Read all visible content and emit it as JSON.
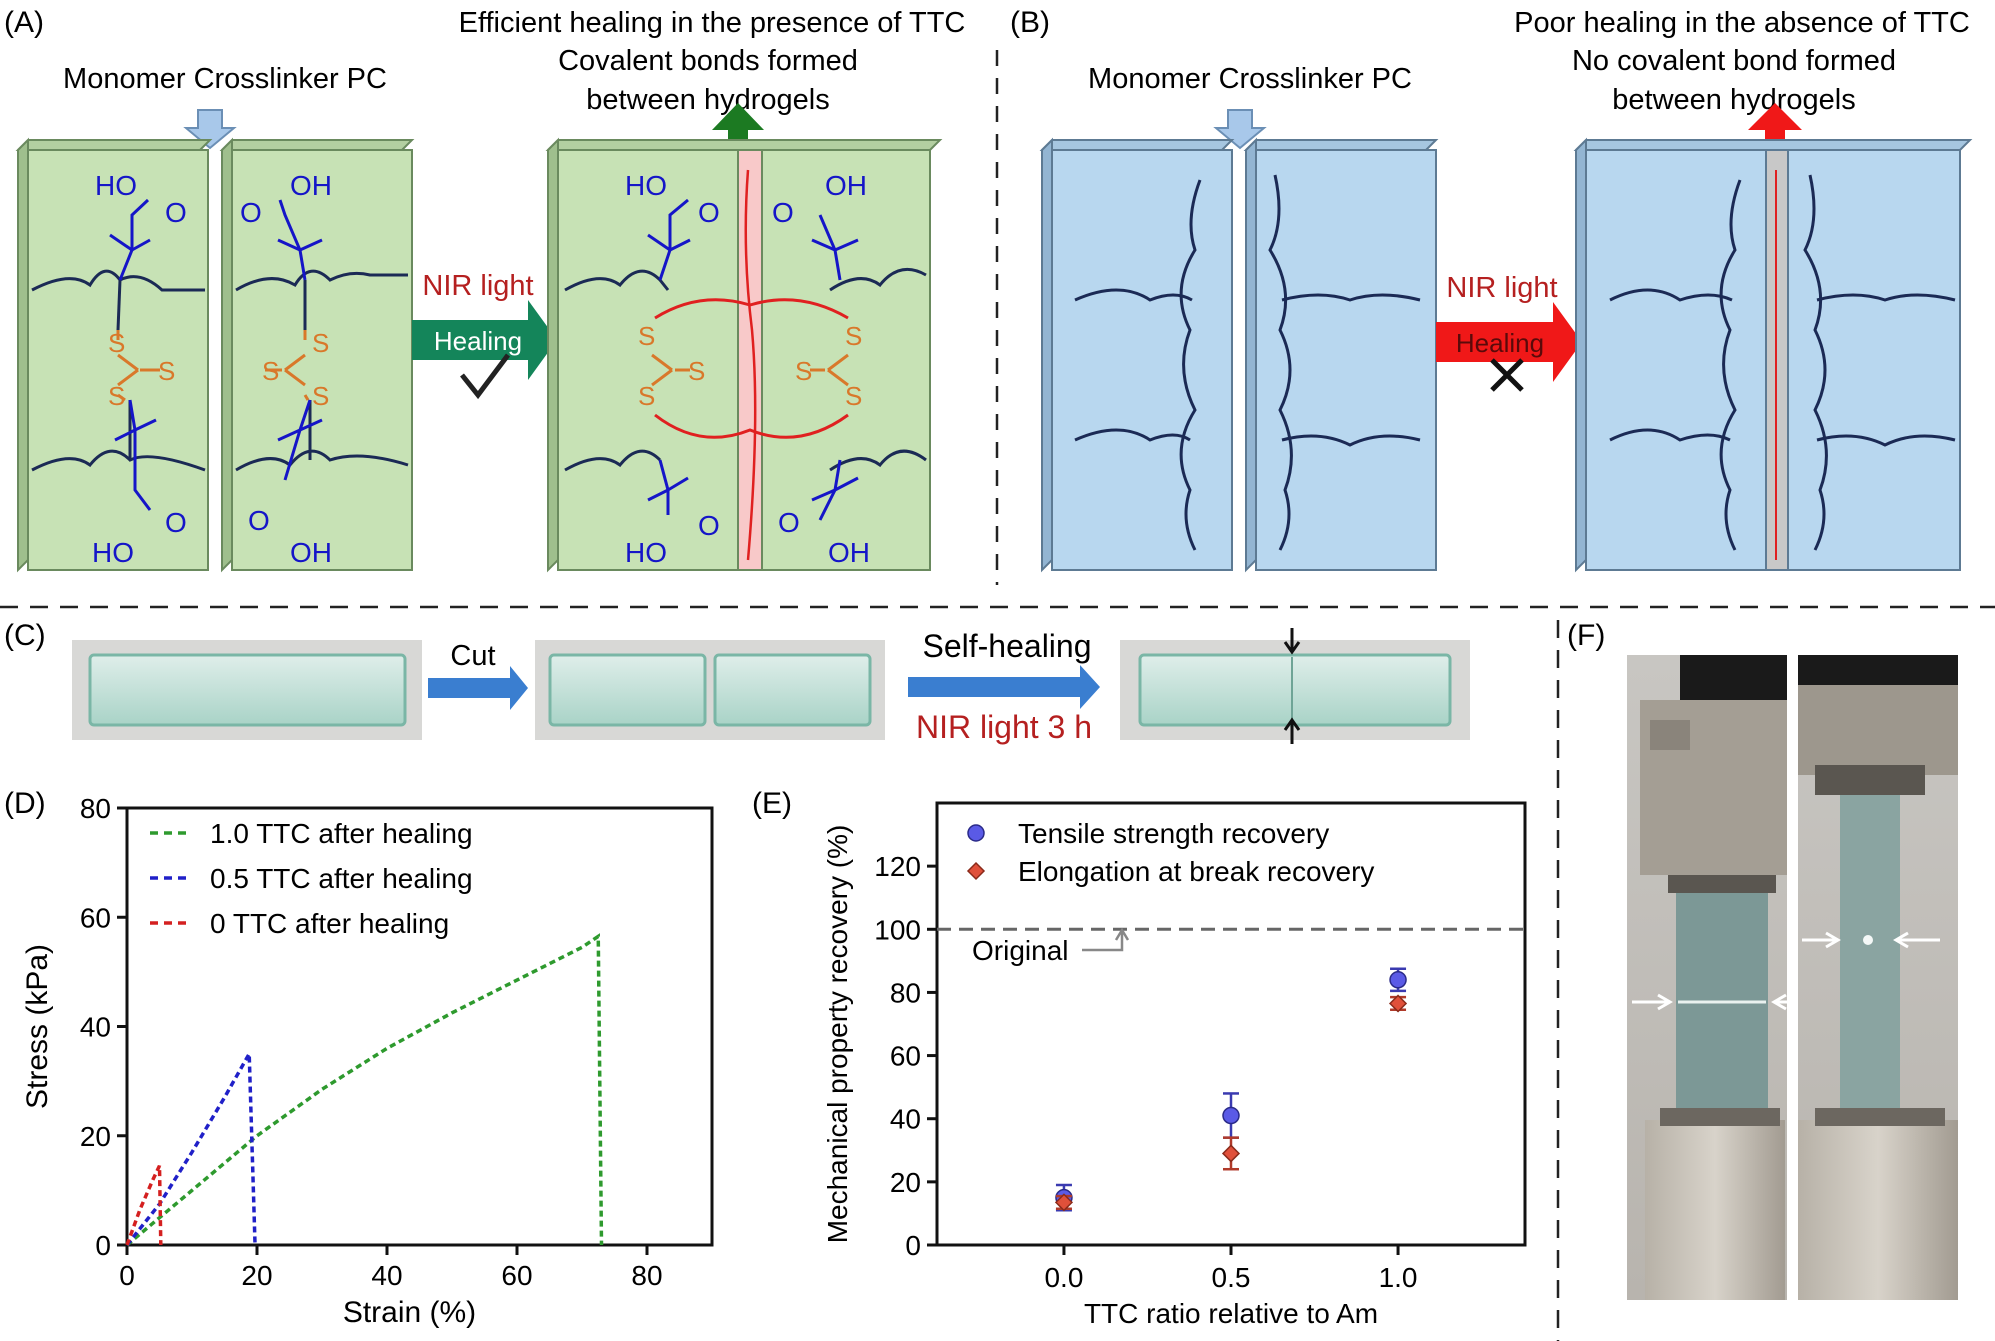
{
  "panelA": {
    "label": "(A)",
    "top_title": "Efficient healing in the presence of TTC",
    "monomer_label": "Monomer Crosslinker PC",
    "covalent_line1": "Covalent bonds formed",
    "covalent_line2": "between hydrogels",
    "nir_label": "NIR light",
    "healing_label": "Healing",
    "chem": {
      "ho": "HO",
      "oh": "OH",
      "o": "O",
      "s": "S"
    },
    "colors": {
      "gel": "#c7e2b5",
      "gel_edge": "#6a8a5e",
      "arrow": "#14855a",
      "up_arrow": "#1c7a22",
      "chem_blue": "#1515c8",
      "sulfur": "#d9782a",
      "chain": "#1b2a55",
      "bond": "#e02020",
      "interface": "#f8c9c9"
    }
  },
  "panelB": {
    "label": "(B)",
    "top_title": "Poor healing in the absence of TTC",
    "monomer_label": "Monomer Crosslinker PC",
    "no_bond_line1": "No covalent bond formed",
    "no_bond_line2": "between hydrogels",
    "nir_label": "NIR light",
    "healing_label": "Healing",
    "colors": {
      "gel": "#b8d7ef",
      "gel_edge": "#5d7a93",
      "arrow": "#f01818",
      "interface": "#c8c8c8"
    }
  },
  "panelC": {
    "label": "(C)",
    "cut_label": "Cut",
    "self_healing_label": "Self-healing",
    "nir_time_label": "NIR light 3 h"
  },
  "panelF": {
    "label": "(F)"
  },
  "chart_data": [
    {
      "id": "D",
      "label": "(D)",
      "type": "line",
      "xlabel": "Strain (%)",
      "ylabel": "Stress (kPa)",
      "xlim": [
        0,
        90
      ],
      "ylim": [
        0,
        80
      ],
      "xticks": [
        0,
        20,
        40,
        60,
        80
      ],
      "yticks": [
        0,
        20,
        40,
        60,
        80
      ],
      "grid": false,
      "legend_position": "top-left",
      "series": [
        {
          "name": "1.0 TTC after healing",
          "color": "#2e9a2e",
          "x": [
            0,
            5,
            10,
            20,
            30,
            40,
            50,
            60,
            70,
            72.5,
            73
          ],
          "y": [
            0,
            5,
            10,
            20,
            28.5,
            36,
            42.5,
            48.5,
            54.5,
            56.5,
            0
          ]
        },
        {
          "name": "0.5 TTC after healing",
          "color": "#2020c8",
          "x": [
            0,
            5,
            10,
            15,
            18.8,
            19.7
          ],
          "y": [
            0,
            7.5,
            17,
            27,
            35,
            0
          ]
        },
        {
          "name": "0 TTC after healing",
          "color": "#d42020",
          "x": [
            0,
            2,
            4,
            5,
            5.2
          ],
          "y": [
            0,
            6.5,
            12,
            14.5,
            0
          ]
        }
      ]
    },
    {
      "id": "E",
      "label": "(E)",
      "type": "scatter",
      "xlabel": "TTC ratio relative to Am",
      "ylabel": "Mechanical property recovery (%)",
      "x_tick_labels": [
        "0.0",
        "0.5",
        "1.0"
      ],
      "xlim": [
        -0.38,
        1.38
      ],
      "ylim": [
        0,
        140
      ],
      "yticks": [
        0,
        20,
        40,
        60,
        80,
        100,
        120
      ],
      "grid": false,
      "legend_position": "top-left",
      "reference_line": {
        "y": 100,
        "label": "Original"
      },
      "series": [
        {
          "name": "Tensile strength recovery",
          "marker": "circle",
          "color": "#5a5ae6",
          "x": [
            0.0,
            0.5,
            1.0
          ],
          "y": [
            15,
            41,
            84
          ],
          "error": [
            4,
            7,
            3.5
          ]
        },
        {
          "name": "Elongation at break recovery",
          "marker": "diamond",
          "color": "#e0503a",
          "x": [
            0.0,
            0.5,
            1.0
          ],
          "y": [
            13.5,
            29,
            76.5
          ],
          "error": [
            2,
            5,
            2
          ]
        }
      ]
    }
  ]
}
